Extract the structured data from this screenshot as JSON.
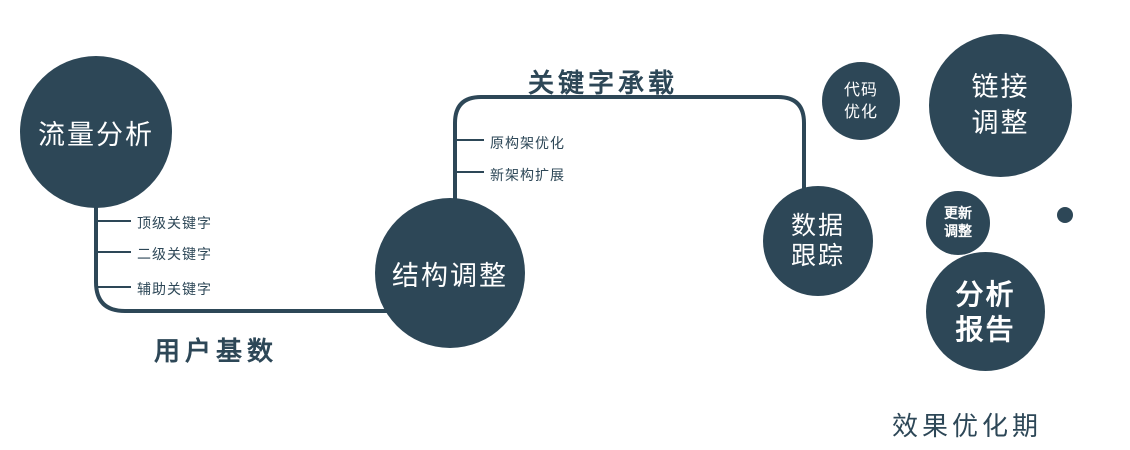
{
  "colors": {
    "accent": "#2d4757",
    "node_text": "#ffffff",
    "background": "#ffffff"
  },
  "nodes": {
    "traffic": {
      "label": "流量分析"
    },
    "structure": {
      "label": "结构调整"
    },
    "tracking": {
      "line1": "数据",
      "line2": "跟踪"
    },
    "code": {
      "line1": "代码",
      "line2": "优化"
    },
    "link": {
      "line1": "链接",
      "line2": "调整"
    },
    "update": {
      "line1": "更新",
      "line2": "调整"
    },
    "report": {
      "line1": "分析",
      "line2": "报告"
    }
  },
  "edge_labels": {
    "user_base": "用户基数",
    "keyword_carry": "关键字承载",
    "effect_period": "效果优化期"
  },
  "branches": {
    "traffic": [
      "顶级关键字",
      "二级关键字",
      "辅助关键字"
    ],
    "structure": [
      "原构架优化",
      "新架构扩展"
    ]
  }
}
